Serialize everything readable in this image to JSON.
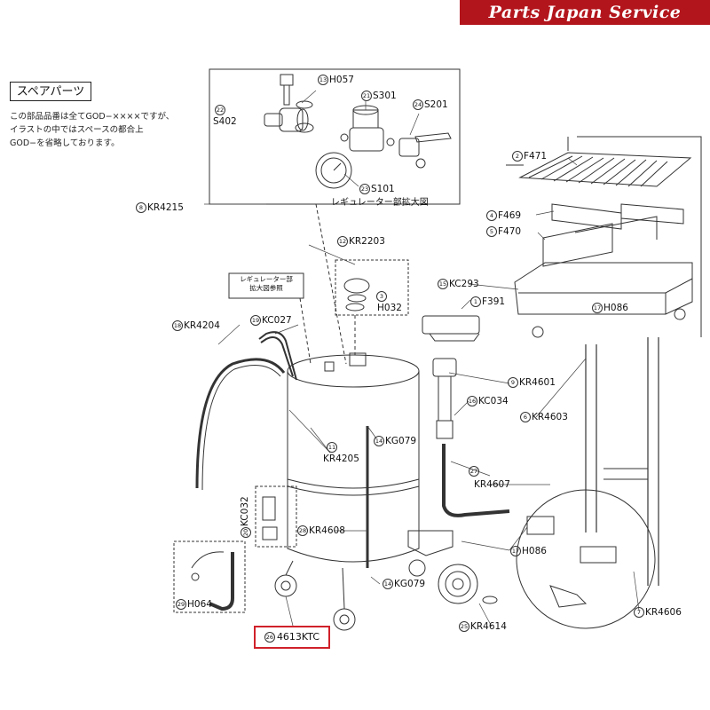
{
  "brand": "Parts Japan Service",
  "spare_parts_title": "スペアパーツ",
  "notes": [
    "この部品品番は全てGOD−××××ですが、",
    "イラストの中ではスペースの都合上",
    "GOD−を省略しております。"
  ],
  "regulator_caption": "レギュレーター部拡大図",
  "regulator_ref": [
    "レギュレーター部",
    "拡大図参照"
  ],
  "highlight": {
    "num": "26",
    "code": "4613KTC",
    "color": "#d0212a"
  },
  "parts": [
    {
      "num": "13",
      "code": "H057"
    },
    {
      "num": "21",
      "code": "S301"
    },
    {
      "num": "22",
      "code": "S402"
    },
    {
      "num": "24",
      "code": "S201"
    },
    {
      "num": "23",
      "code": "S101"
    },
    {
      "num": "8",
      "code": "KR4215"
    },
    {
      "num": "12",
      "code": "KR2203"
    },
    {
      "num": "3",
      "code": "H032"
    },
    {
      "num": "2",
      "code": "F471"
    },
    {
      "num": "4",
      "code": "F469"
    },
    {
      "num": "5",
      "code": "F470"
    },
    {
      "num": "15",
      "code": "KC293"
    },
    {
      "num": "1",
      "code": "F391"
    },
    {
      "num": "17",
      "code": "H086"
    },
    {
      "num": "18",
      "code": "KR4204"
    },
    {
      "num": "19",
      "code": "KC027"
    },
    {
      "num": "9",
      "code": "KR4601"
    },
    {
      "num": "16",
      "code": "KC034"
    },
    {
      "num": "6",
      "code": "KR4603"
    },
    {
      "num": "14",
      "code": "KG079"
    },
    {
      "num": "11",
      "code": "KR4205"
    },
    {
      "num": "27",
      "code": "KR4607"
    },
    {
      "num": "20",
      "code": "KC032"
    },
    {
      "num": "28",
      "code": "KR4608"
    },
    {
      "num": "17",
      "code": "H086"
    },
    {
      "num": "29",
      "code": "H064"
    },
    {
      "num": "14",
      "code": "KG079"
    },
    {
      "num": "25",
      "code": "KR4614"
    },
    {
      "num": "7",
      "code": "KR4606"
    }
  ]
}
